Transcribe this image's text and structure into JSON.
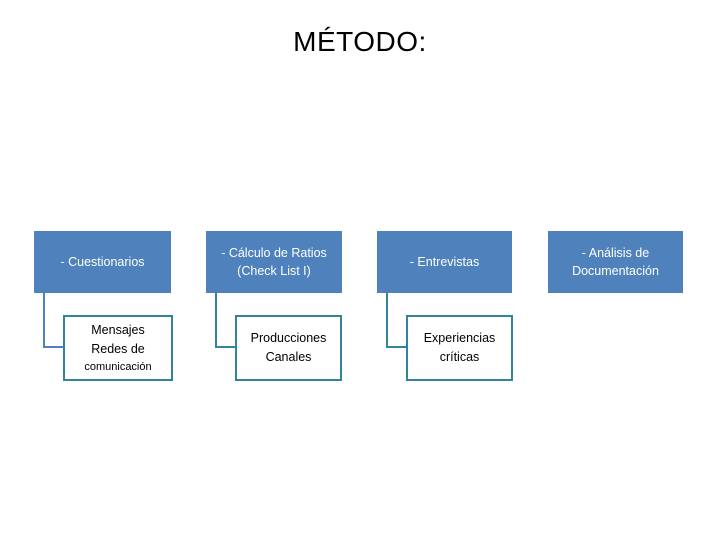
{
  "slide": {
    "title": "MÉTODO:",
    "accent_top_fill": "#4f81bd",
    "accent_sub_border": "#31849b",
    "background": "#ffffff"
  },
  "columns": [
    {
      "top": {
        "label": "- Cuestionarios"
      },
      "sub": {
        "lines": [
          "Mensajes",
          "Redes de",
          "comunicación"
        ]
      }
    },
    {
      "top": {
        "line1": "- Cálculo de Ratios",
        "line2": "(Check List I)"
      },
      "sub": {
        "lines": [
          "Producciones",
          "Canales"
        ]
      }
    },
    {
      "top": {
        "label": "- Entrevistas"
      },
      "sub": {
        "lines": [
          "Experiencias",
          "críticas"
        ]
      }
    },
    {
      "top": {
        "line1": "- Análisis de",
        "line2": "Documentación"
      },
      "sub": null
    }
  ]
}
